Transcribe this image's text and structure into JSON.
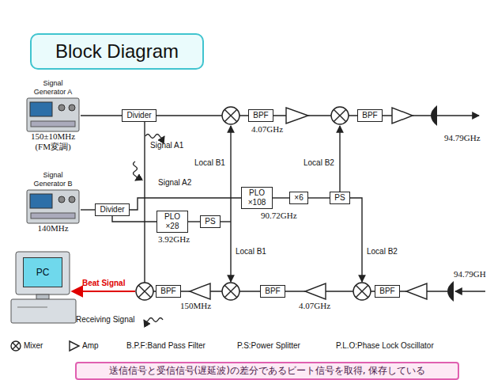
{
  "diagram": {
    "title": "Block Diagram",
    "caption": "送信信号と受信信号(遅延波)の差分であるビート信号を取得, 保存している",
    "nodes": [
      {
        "text": [
          "Signal Generator A",
          "150±10MHz (FM変調)"
        ]
      },
      {
        "text": [
          "Divider"
        ]
      },
      {
        "text": [
          "BPF"
        ]
      },
      {
        "text": [
          "BPF"
        ]
      },
      {
        "text": [
          "Signal Generator B",
          "140MHz"
        ]
      },
      {
        "text": [
          "Divider"
        ]
      },
      {
        "text": [
          "PLO ×108"
        ]
      },
      {
        "text": [
          "×6"
        ]
      },
      {
        "text": [
          "PS"
        ]
      },
      {
        "text": [
          "PLO ×28"
        ]
      },
      {
        "text": [
          "PS"
        ]
      },
      {
        "text": [
          "PC"
        ]
      },
      {
        "text": [
          "BPF"
        ]
      },
      {
        "text": [
          "BPF"
        ]
      },
      {
        "text": [
          "BPF"
        ]
      }
    ],
    "edges": [
      {
        "from": 0,
        "to": 1,
        "arrow": "none"
      },
      {
        "from": 4,
        "to": 5,
        "arrow": "none"
      },
      {
        "from": 5,
        "to": 6,
        "arrow": "none"
      },
      {
        "from": 5,
        "to": 9,
        "arrow": "none"
      },
      {
        "from": 6,
        "to": 7,
        "arrow": "none"
      },
      {
        "from": 7,
        "to": 8,
        "arrow": "none"
      },
      {
        "from": 9,
        "to": 10,
        "arrow": "none"
      }
    ],
    "labels": [
      "4.07GHz",
      "Signal A1",
      "Local B1",
      "Local B2",
      "94.79GHz",
      "Signal A2",
      "90.72GHz",
      "3.92GHz",
      "Local B1",
      "Local B2",
      "94.79GH",
      "Beat Signal",
      "Receiving Signal",
      "150MHz",
      "4.07GHz"
    ],
    "legend": [
      {
        "text": "Mixer"
      },
      {
        "text": "Amp"
      },
      {
        "text": "B.P.F:Band Pass Filter"
      },
      {
        "text": "P.S:Power Splitter"
      },
      {
        "text": "P.L.O:Phase Lock Oscillator"
      }
    ]
  }
}
